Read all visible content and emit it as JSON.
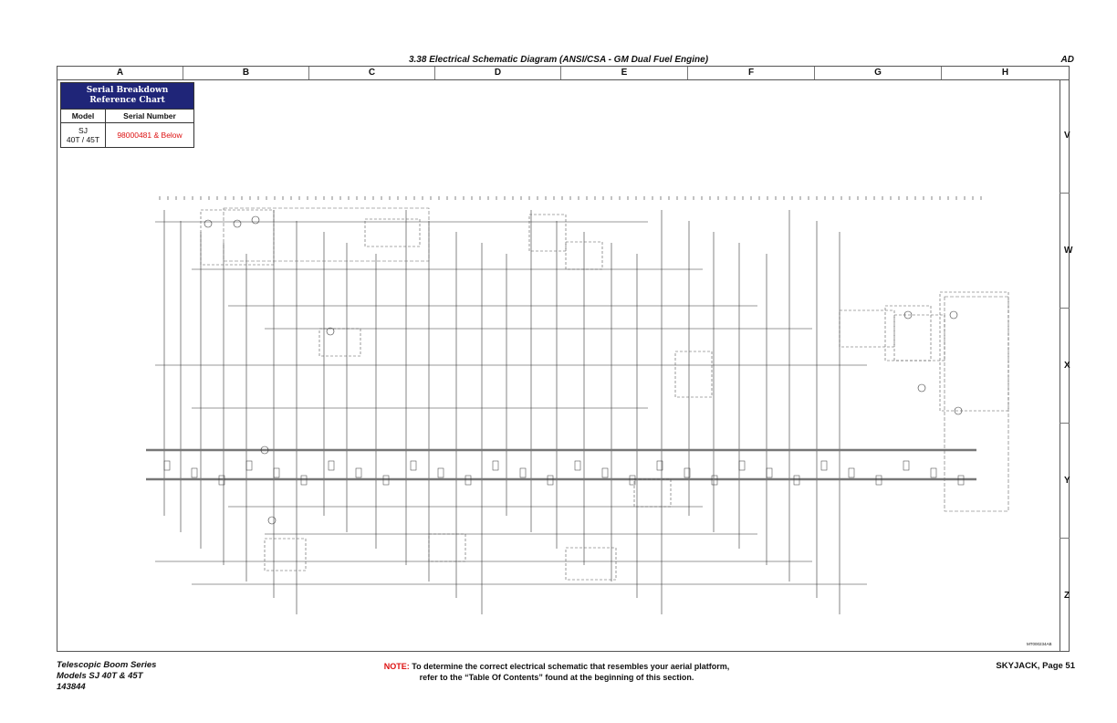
{
  "header": {
    "title": "3.38 Electrical Schematic Diagram  (ANSI/CSA - GM Dual Fuel Engine)",
    "section_code": "AD"
  },
  "grid": {
    "columns": [
      "A",
      "B",
      "C",
      "D",
      "E",
      "F",
      "G",
      "H"
    ],
    "rows": [
      "V",
      "W",
      "X",
      "Y",
      "Z"
    ]
  },
  "serial_chart": {
    "title_line1": "Serial Breakdown",
    "title_line2": "Reference Chart",
    "col_model": "Model",
    "col_serial": "Serial Number",
    "model_line1": "SJ",
    "model_line2": "40T / 45T",
    "serial_value": "98000481 & Below"
  },
  "doc_id": "MT000234AB",
  "footer": {
    "series": "Telescopic Boom Series",
    "models": "Models SJ 40T & 45T",
    "part_number": "143844",
    "note_label": "NOTE:",
    "note_line1": "To determine the correct electrical schematic that resembles your aerial platform,",
    "note_line2": "refer to the “Table Of Contents” found at the beginning of this section.",
    "page": "SKYJACK, Page 51"
  },
  "colors": {
    "chart_header": "#1f2578",
    "accent_red": "#d11111",
    "line": "#333333"
  }
}
